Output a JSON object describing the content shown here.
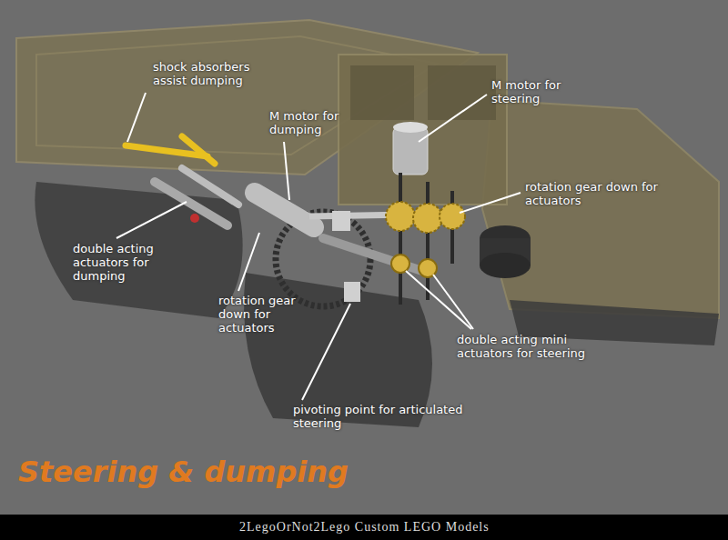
{
  "diagram": {
    "title": "Steering & dumping",
    "labels": [
      "shock absorbers assist dumping",
      "M motor for dumping",
      "M motor for steering",
      "rotation gear down for actuators",
      "double acting actuators for dumping",
      "rotation gear down for actuators",
      "double acting mini actuators for steering",
      "pivoting point for articulated steering",
      "2LegoOrNot2Lego Custom LEGO Models"
    ]
  }
}
